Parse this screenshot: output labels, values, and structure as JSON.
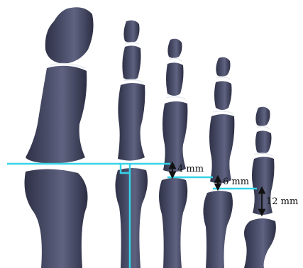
{
  "measurements": [
    {
      "label": "4 mm",
      "value": 4,
      "unit": "mm"
    },
    {
      "label": "6 mm",
      "value": 6,
      "unit": "mm"
    },
    {
      "label": "12 mm",
      "value": 12,
      "unit": "mm"
    }
  ],
  "colors": {
    "reference_line": "#33d4e8",
    "bone_fill": "#3e4058",
    "bone_highlight": "#6a6e8c",
    "joint_gap": "#e9ebf3",
    "arrow": "#111111"
  },
  "icons": {
    "measurement_arrow": "double-headed-vertical-arrow",
    "right_angle": "right-angle-marker"
  }
}
